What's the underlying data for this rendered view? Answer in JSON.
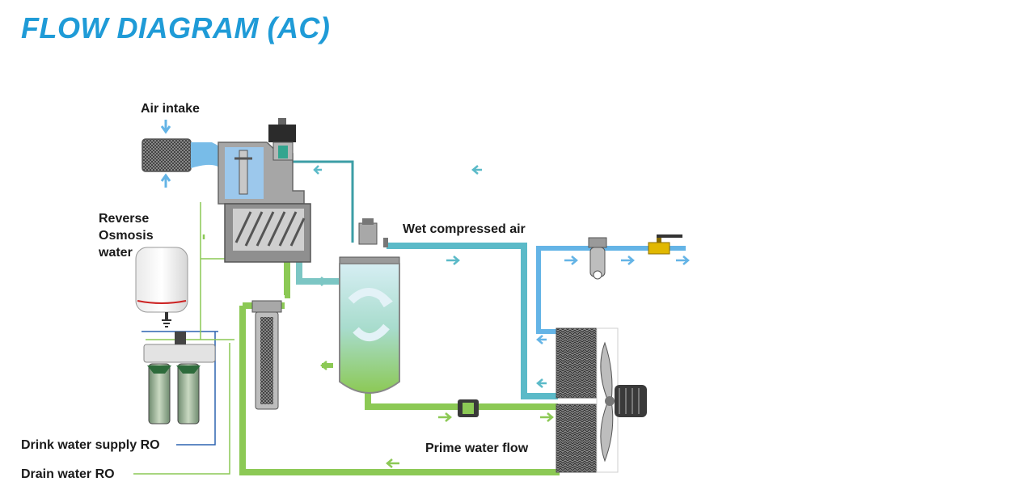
{
  "title": "FLOW DIAGRAM (AC)",
  "labels": {
    "air_intake": "Air intake",
    "ro_water_line1": "Reverse",
    "ro_water_line2": "Osmosis",
    "ro_water_line3": "water",
    "wet_compressed_air": "Wet compressed air",
    "prime_water_flow": "Prime water flow",
    "drink_water_supply": "Drink water supply RO",
    "drain_water": "Drain water RO"
  },
  "colors": {
    "title": "#1f9bd7",
    "air": "#64b4e6",
    "wet_air": "#5bbac8",
    "water": "#8cc955",
    "supply_line": "#2d63b0",
    "drain_line": "#8cc955"
  },
  "icons": [
    "air-filter-icon",
    "inlet-valve-icon",
    "solenoid-icon",
    "screw-element-icon",
    "ro-tank-icon",
    "ro-filter-unit-icon",
    "water-filter-icon",
    "separator-vessel-icon",
    "strainer-icon",
    "cooler-icon",
    "fan-icon",
    "motor-icon",
    "outlet-filter-icon",
    "ball-valve-icon"
  ]
}
